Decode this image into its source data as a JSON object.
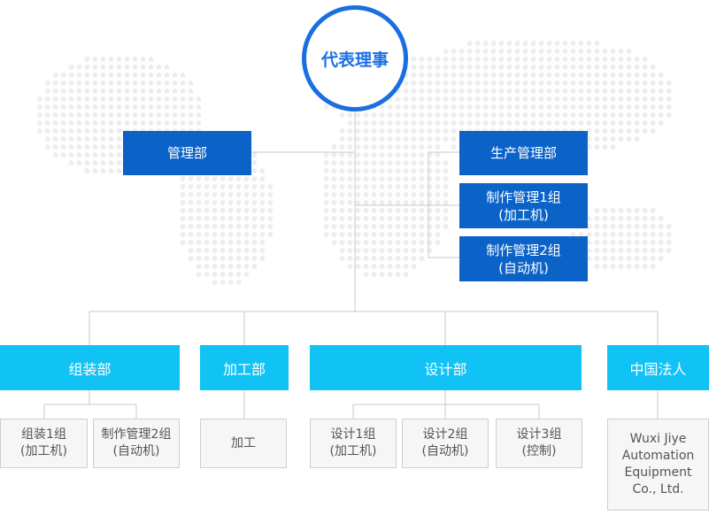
{
  "ceo": "代表理事",
  "management": "管理部",
  "production": "生产管理部",
  "production_group1": "制作管理1组\n(加工机)",
  "production_group2": "制作管理2组\n(自动机)",
  "departments": [
    {
      "label": "组装部",
      "subunits": [
        "组装1组\n(加工机)",
        "制作管理2组\n(自动机)"
      ]
    },
    {
      "label": "加工部",
      "subunits": [
        "加工"
      ]
    },
    {
      "label": "设计部",
      "subunits": [
        "设计1组\n(加工机)",
        "设计2组\n(自动机)",
        "设计3组\n(控制)"
      ]
    },
    {
      "label": "中国法人",
      "subunits": [
        "Wuxi Jiye\nAutomation\nEquipment\nCo., Ltd."
      ]
    }
  ],
  "colors": {
    "dark_blue": "#0b63c8",
    "light_blue": "#11c2f5",
    "ceo_ring": "#1a6fe0",
    "connector": "#c8c8c8"
  }
}
